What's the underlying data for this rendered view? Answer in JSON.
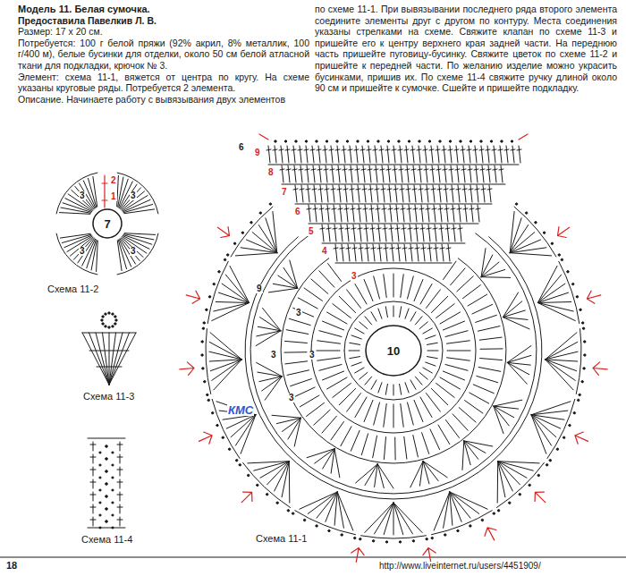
{
  "diagram": {
    "title": "Модель 11. Белая сумочка.",
    "nodes": [
      {
        "text": [
          "7"
        ]
      },
      {
        "text": [
          "10"
        ]
      }
    ],
    "labels": [
      "Предоставила Павелкив Л. В.",
      "Размер: 17 х 20 см.",
      "Потребуется: 100 г белой пряжи (92% акрил, 8% металлик, 100 г/400 м), белые бусинки для отделки, около 50 см белой атласной ткани для подкладки, крючок № 3.",
      "Элемент: схема 11-1, вяжется от центра по кругу. На схеме указаны круговые ряды. Потребуется 2 элемента.",
      "Описание. Начинаете работу с вывязывания двух элементов",
      "по схеме 11-1. При вывязывании последнего ряда второго элемента соедините элементы друг с другом по контуру. Места соединения указаны стрелками на схеме. Свяжите клапан по схеме 11-3 и пришейте его к центру верхнего края задней части. На переднюю часть пришейте пуговицу-бусинку. Свяжите цветок по схеме 11-2 и пришейте к передней части. По желанию изделие можно украсить бусинками, пришив их. По схеме 11-4 свяжите ручку длиной около 90 см и пришейте к сумочке. Сшейте и пришейте подкладку.",
      "2",
      "1",
      "3",
      "3",
      "3",
      "3",
      "Схема 11-2",
      "Схема 11-3",
      "Схема 11-4",
      "6",
      "9",
      "8",
      "7",
      "6",
      "5",
      "4",
      "3",
      "9",
      "3",
      "3",
      "3",
      "3",
      "КМС",
      "Схема 11-1",
      "18",
      "http://www.liveinternet.ru/users/4451909/"
    ]
  }
}
